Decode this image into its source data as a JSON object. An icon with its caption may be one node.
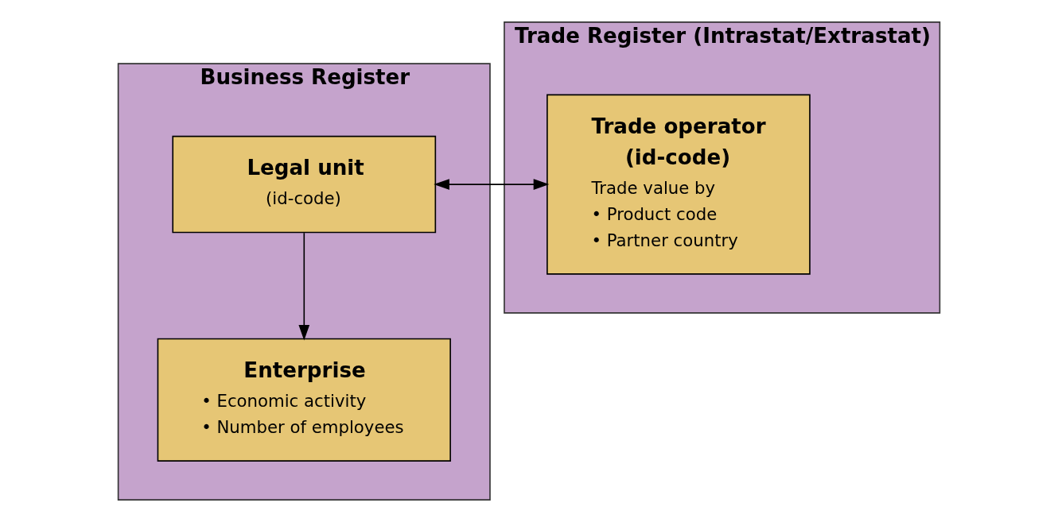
{
  "diagram": {
    "nodes": [
      {
        "text": [
          "Business Register"
        ]
      },
      {
        "text": [
          "Legal unit",
          "(id-code)"
        ],
        "in": 0
      },
      {
        "text": [
          "Enterprise",
          "• Economic activity",
          "• Number of employees"
        ],
        "in": 0
      },
      {
        "text": [
          "Trade Register (Intrastat/Extrastat)"
        ]
      },
      {
        "text": [
          "Trade operator",
          "(id-code)",
          "Trade value by",
          "• Product code",
          "• Partner country"
        ],
        "in": 3
      }
    ],
    "edges": [
      {
        "from": 1,
        "to": 4,
        "arrow": "both"
      },
      {
        "from": 1,
        "to": 2,
        "arrow": "to"
      }
    ]
  }
}
